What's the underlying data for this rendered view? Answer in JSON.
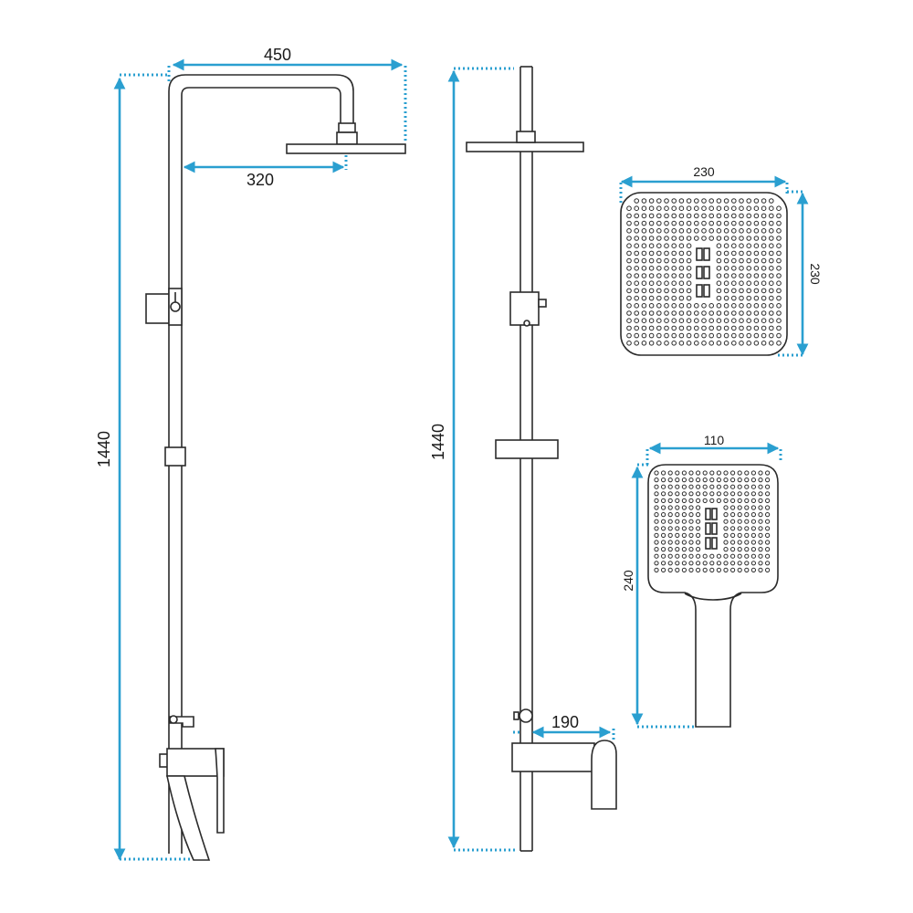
{
  "dimensions": {
    "front_width": "450",
    "front_reach": "320",
    "front_height": "1440",
    "side_height": "1440",
    "side_spout": "190",
    "head_width": "230",
    "head_height": "230",
    "hand_width": "110",
    "hand_height": "240"
  },
  "colors": {
    "dimension": "#2a9fd0",
    "outline": "#2b2b2b"
  }
}
